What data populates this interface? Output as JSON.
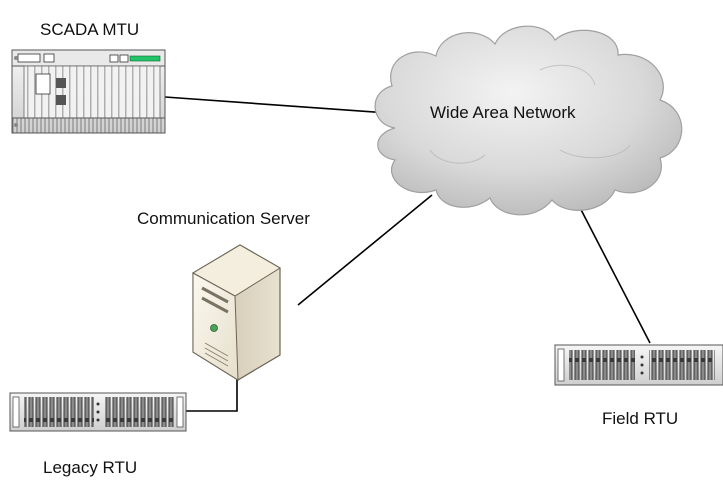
{
  "diagram": {
    "nodes": {
      "mtu": {
        "label": "SCADA MTU",
        "icon": "rack-controller-icon"
      },
      "wan": {
        "label": "Wide Area Network",
        "icon": "cloud-icon"
      },
      "server": {
        "label": "Communication Server",
        "icon": "tower-server-icon"
      },
      "legacy": {
        "label": "Legacy RTU",
        "icon": "rack-unit-icon"
      },
      "field": {
        "label": "Field RTU",
        "icon": "rack-unit-icon"
      }
    },
    "edges": [
      {
        "from": "mtu",
        "to": "wan"
      },
      {
        "from": "server",
        "to": "wan"
      },
      {
        "from": "field",
        "to": "wan"
      },
      {
        "from": "legacy",
        "to": "server"
      }
    ]
  }
}
